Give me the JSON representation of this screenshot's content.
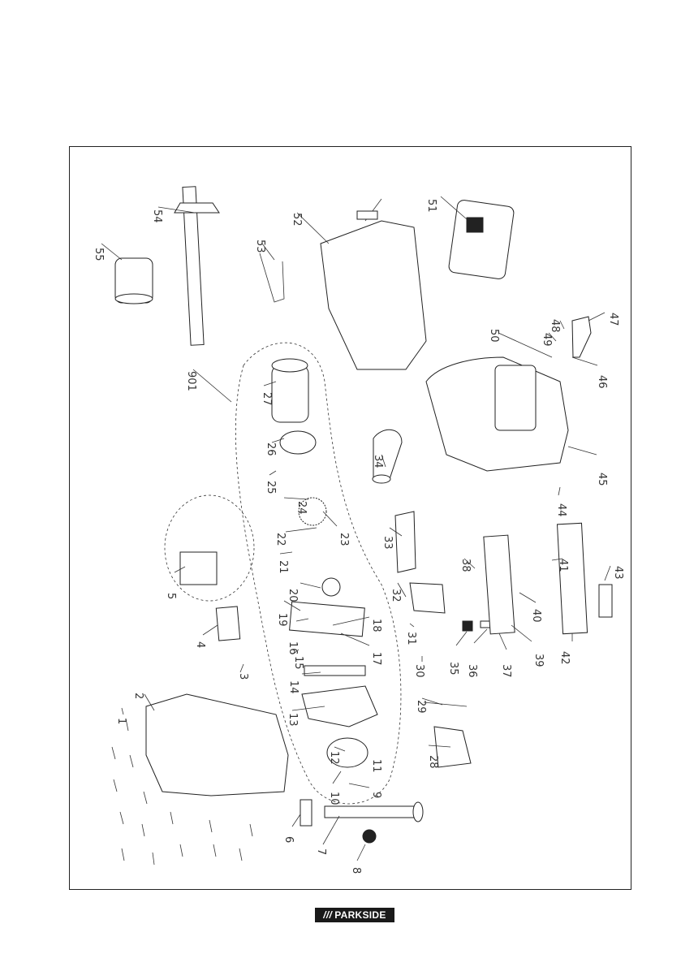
{
  "drawing": {
    "labels": [
      "1",
      "2",
      "3",
      "4",
      "5",
      "6",
      "7",
      "8",
      "9",
      "10",
      "11",
      "12",
      "13",
      "14",
      "15",
      "16",
      "17",
      "18",
      "19",
      "20",
      "21",
      "22",
      "23",
      "24",
      "25",
      "26",
      "27",
      "28",
      "29",
      "30",
      "31",
      "32",
      "33",
      "34",
      "35",
      "36",
      "37",
      "38",
      "39",
      "40",
      "41",
      "42",
      "43",
      "44",
      "45",
      "46",
      "47",
      "48",
      "49",
      "50",
      "51",
      "52",
      "53",
      "54",
      "55",
      "901"
    ]
  },
  "footer": {
    "brand_slashes": "///",
    "brand_name": "PARKSIDE"
  }
}
